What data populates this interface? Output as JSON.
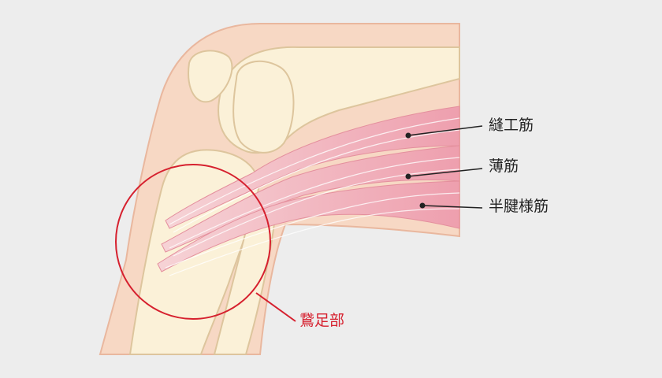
{
  "labels": {
    "sartorius": "縫工筋",
    "gracilis": "薄筋",
    "semitendinosus": "半腱様筋",
    "pes_anserinus": "鵞足部"
  },
  "colors": {
    "background": "#ededed",
    "skin": "#f7d8c4",
    "skin_outline": "#e9b79e",
    "bone": "#fbf1d8",
    "bone_outline": "#ddc59d",
    "muscle": "#f2b8c0",
    "muscle_fiber": "#ffffff",
    "muscle_dark": "#e48f9d",
    "leader_line": "#222222",
    "label_text": "#222222",
    "highlight": "#d6202e"
  }
}
